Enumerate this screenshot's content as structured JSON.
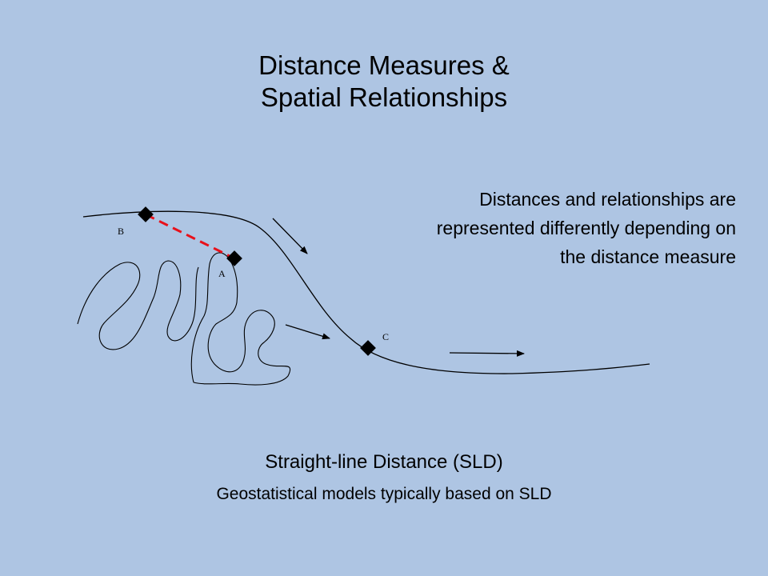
{
  "title": {
    "line1": "Distance Measures &",
    "line2": "Spatial Relationships"
  },
  "description": {
    "line1": "Distances and relationships are",
    "line2": "represented differently depending on",
    "line3": "the distance measure"
  },
  "points": {
    "a": "A",
    "b": "B",
    "c": "C"
  },
  "bottom": {
    "heading": "Straight-line Distance (SLD)",
    "subheading": "Geostatistical models typically based on SLD"
  },
  "colors": {
    "background": "#AEC5E3",
    "sld_line": "#E8101A",
    "stroke": "#000000"
  },
  "icons": {
    "marker": "diamond-marker-icon",
    "flow": "flow-arrow-icon"
  }
}
